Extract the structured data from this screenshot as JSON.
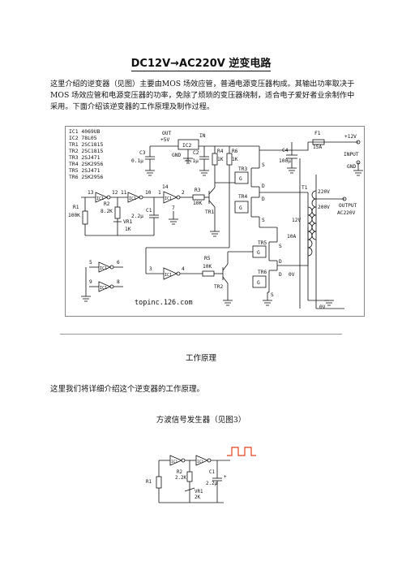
{
  "title": "DC12V→AC220V 逆变电路",
  "intro": "这里介绍的逆变器（见图）主要由MOS 场效应管，普通电源变压器构成。其输出功率取决于MOS 场效应管和电源变压器的功率，免除了烦琐的变压器绕制，适合电子爱好者业余制作中采用。下面介绍该逆变器的工作原理及制作过程。",
  "circuit1": {
    "parts_list": [
      "IC1  4069UB",
      "IC2  78L05",
      "TR1  2SC1815",
      "TR2  2SC1815",
      "TR3  2SJ471",
      "TR4  2SK2956",
      "TR5  2SJ471",
      "TR6  2SK2956"
    ],
    "labels": {
      "out": "OUT",
      "plus5v": "+5V",
      "in": "IN",
      "ic2": "IC2",
      "gnd": "GND",
      "c3": "C3",
      "c3v": "0.1μ",
      "c2": "C2",
      "c2v": "0.1μ",
      "r4": "R4",
      "r4v": "1K",
      "r6": "R6",
      "r6v": "1K",
      "f1": "F1",
      "f1v": "15A",
      "p12v": "+12V",
      "input": "INPUT",
      "gnd2": "GND",
      "c4": "C4",
      "c4v": "100μ",
      "t1": "T1",
      "v220": "220V",
      "v200": "200V",
      "v12": "12V",
      "v0": "0V",
      "v0b": "0V",
      "ten_a": "10A",
      "output": "OUTPUT",
      "ac220v": "AC220V",
      "r1": "R1",
      "r1v": "100K",
      "r2": "R2",
      "r2v": "8.2K",
      "vr1": "VR1",
      "vr1v": "1K",
      "c1": "C1",
      "c1v": "2.2μ",
      "r3": "R3",
      "r3v": "10K",
      "r5": "R5",
      "r5v": "10K",
      "tr1": "TR1",
      "tr2": "TR2",
      "tr3": "TR3",
      "tr4": "TR4",
      "tr5": "TR5",
      "tr6": "TR6",
      "g": "G",
      "d": "D",
      "s": "S",
      "ic1": "IC1",
      "p13": "13",
      "p12": "12",
      "p11": "11",
      "p10": "10",
      "p1": "1",
      "p2": "2",
      "p14": "14",
      "p7": "7",
      "p3": "3",
      "p4": "4",
      "p5": "5",
      "p6": "6",
      "p8": "8",
      "p9": "9",
      "watermark": "topinc.126.com"
    }
  },
  "section_heading": "工作原理",
  "section_para": "这里我们将详细介绍这个逆变器的工作原理。",
  "sub_heading": "方波信号发生器（见图3）",
  "circuit2": {
    "r1": "R1",
    "r2": "R2",
    "r2v": "2.2K",
    "vr1": "VR1",
    "vr1v": "2K",
    "c1": "C1",
    "c1v": "2.2μ",
    "ic1": "IC1",
    "plus": "+"
  }
}
